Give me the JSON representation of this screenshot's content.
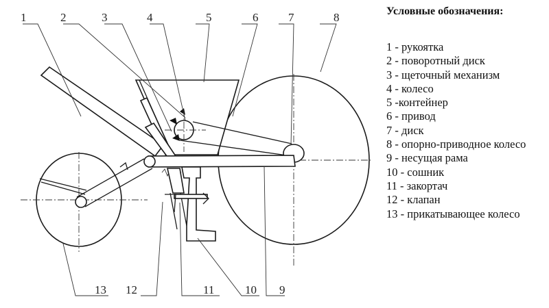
{
  "legend": {
    "title": "Условные обозначения:",
    "items": [
      "1 - рукоятка",
      "2 - поворотный диск",
      "3 - щеточный механизм",
      "4 - колесо",
      "5 -контейнер",
      "6 - привод",
      "7 - диск",
      "8 - опорно-приводное колесо",
      "9 - несущая рама",
      "10 - сошник",
      "11 - закортач",
      "12 - клапан",
      "13 - прикатывающее колесо"
    ]
  },
  "callouts": {
    "n1": "1",
    "n2": "2",
    "n3": "3",
    "n4": "4",
    "n5": "5",
    "n6": "6",
    "n7": "7",
    "n8": "8",
    "n9": "9",
    "n10": "10",
    "n11": "11",
    "n12": "12",
    "n13": "13"
  }
}
